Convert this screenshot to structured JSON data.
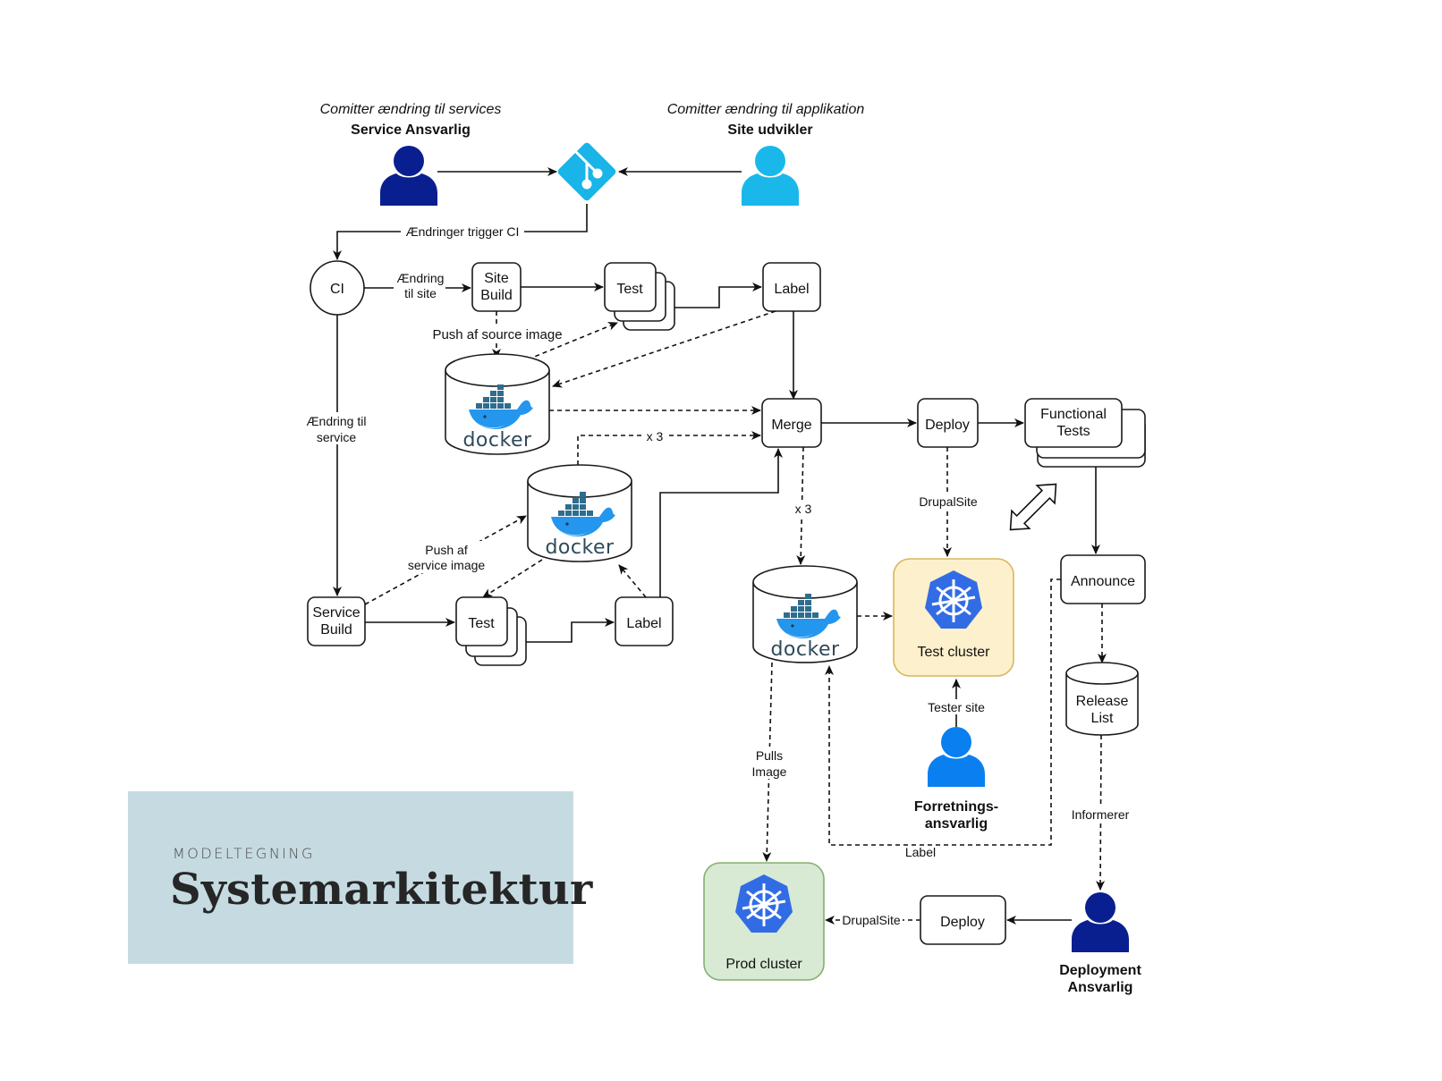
{
  "title_card": {
    "eyebrow": "MODELTEGNING",
    "title": "Systemarkitektur",
    "background": "#c6dbe1"
  },
  "colors": {
    "dark_person": "#0a1f8f",
    "light_person": "#1ab8ea",
    "mid_person": "#0a7ff0",
    "git": "#19b4e8",
    "kubernetes": "#326ce5",
    "test_cluster_fill": "#fdf0cc",
    "test_cluster_stroke": "#d9b65a",
    "prod_cluster_fill": "#d8e9d4",
    "prod_cluster_stroke": "#84b06f",
    "docker_blue": "#2496ed"
  },
  "roles": {
    "service_owner": {
      "caption": "Comitter ændring til services",
      "name": "Service Ansvarlig",
      "icon": "person-icon"
    },
    "site_developer": {
      "caption": "Comitter ændring til applikation",
      "name": "Site udvikler",
      "icon": "person-icon"
    },
    "business_owner": {
      "name_line1": "Forretnings-",
      "name_line2": "ansvarlig",
      "icon": "person-icon"
    },
    "deployment_owner": {
      "name_line1": "Deployment",
      "name_line2": "Ansvarlig",
      "icon": "person-icon"
    }
  },
  "nodes": {
    "git": {
      "icon": "git-icon"
    },
    "ci": "CI",
    "site_build": [
      "Site",
      "Build"
    ],
    "test_top": "Test",
    "label_top": "Label",
    "merge": "Merge",
    "deploy_top": "Deploy",
    "functional_tests": [
      "Functional",
      "Tests"
    ],
    "service_build": [
      "Service",
      "Build"
    ],
    "test_bottom": "Test",
    "label_bottom": "Label",
    "announce": "Announce",
    "release_list": [
      "Release",
      "List"
    ],
    "test_cluster": "Test cluster",
    "prod_cluster": "Prod cluster",
    "deploy_bottom": "Deploy",
    "docker_word": "docker"
  },
  "edge_labels": {
    "trigger_ci": "Ændringer trigger CI",
    "change_site": [
      "Ændring",
      "til site"
    ],
    "push_source": "Push af source image",
    "change_service": [
      "Ændring til",
      "service"
    ],
    "push_service": [
      "Push af",
      "service image"
    ],
    "times3_a": "x 3",
    "times3_b": "x 3",
    "drupalsite_top": "DrupalSite",
    "tester_site": "Tester site",
    "pulls_image": [
      "Pulls",
      "Image"
    ],
    "label_loop": "Label",
    "informerer": "Informerer",
    "drupalsite_bottom": "DrupalSite"
  }
}
